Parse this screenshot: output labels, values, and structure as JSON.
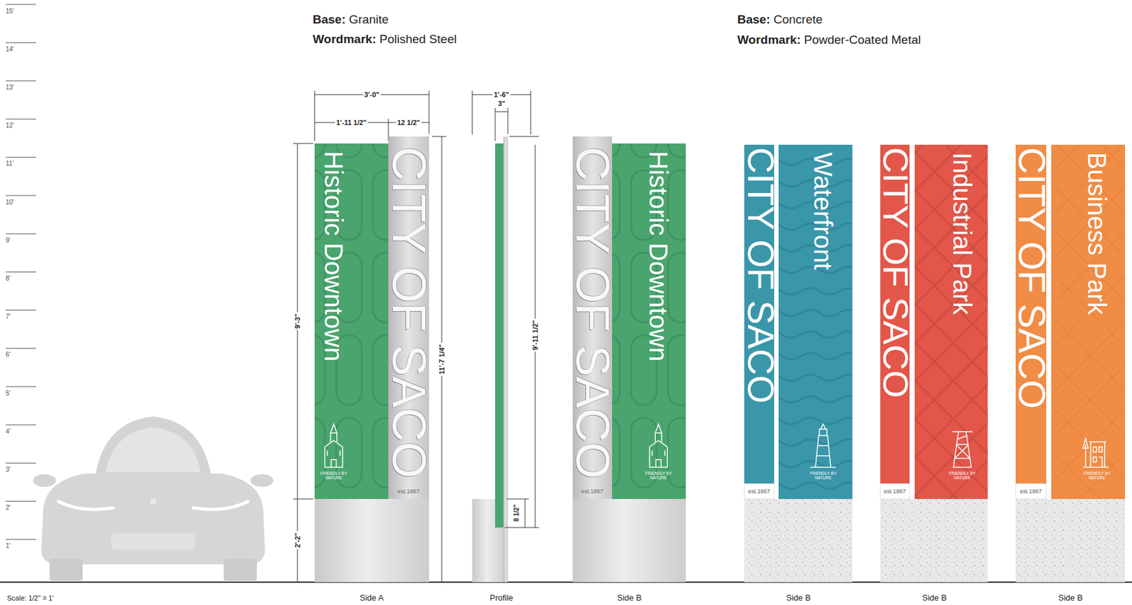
{
  "diagram": {
    "nodes": [
      {
        "text": [
          "Historic Downtown",
          "FRIENDLY BY NATURE"
        ]
      },
      {
        "text": [
          "CITY OF SACO",
          "est.1867"
        ]
      },
      {
        "text": [
          "CITY OF SACO",
          "est.1867"
        ]
      },
      {
        "text": [
          "Historic Downtown",
          "FRIENDLY BY NATURE"
        ]
      },
      {
        "text": [
          "CITY OF SACO",
          "est.1867"
        ]
      },
      {
        "text": [
          "Waterfront",
          "FRIENDLY BY NATURE"
        ]
      },
      {
        "text": [
          "CITY OF SACO",
          "est.1867"
        ]
      },
      {
        "text": [
          "Industrial Park",
          "FRIENDLY BY NATURE"
        ]
      },
      {
        "text": [
          "CITY OF SACO",
          "est.1867"
        ]
      },
      {
        "text": [
          "Business Park",
          "FRIENDLY BY NATURE"
        ]
      }
    ],
    "labels": [
      "Base:",
      "Granite",
      "Wordmark:",
      "Polished Steel",
      "Base:",
      "Concrete",
      "Wordmark:",
      "Powder-Coated Metal",
      "15'",
      "14'",
      "13'",
      "12'",
      "11'",
      "10'",
      "9'",
      "8'",
      "7'",
      "6'",
      "5'",
      "4'",
      "3'",
      "2'",
      "1'",
      "3'-0\"",
      "1'-11 1/2\"",
      "12 1/2\"",
      "9'-3\"",
      "2'-2\"",
      "11'-7 1/4\"",
      "1'-6\"",
      "3\"",
      "9'-11 1/2\"",
      "8 1/2\"",
      "Side A",
      "Profile",
      "Side B",
      "Side B",
      "Side B",
      "Side B",
      "Scale: 1/2\" = 1'"
    ]
  }
}
